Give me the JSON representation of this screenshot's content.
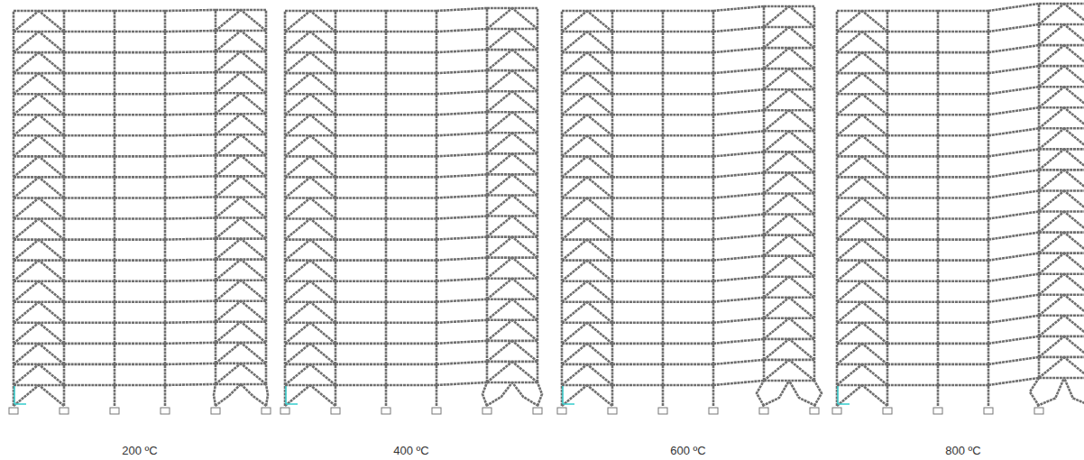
{
  "diagram": {
    "labels": [
      "200 ºC",
      "400 ºC",
      "600 ºC",
      "800 ºC"
    ]
  }
}
